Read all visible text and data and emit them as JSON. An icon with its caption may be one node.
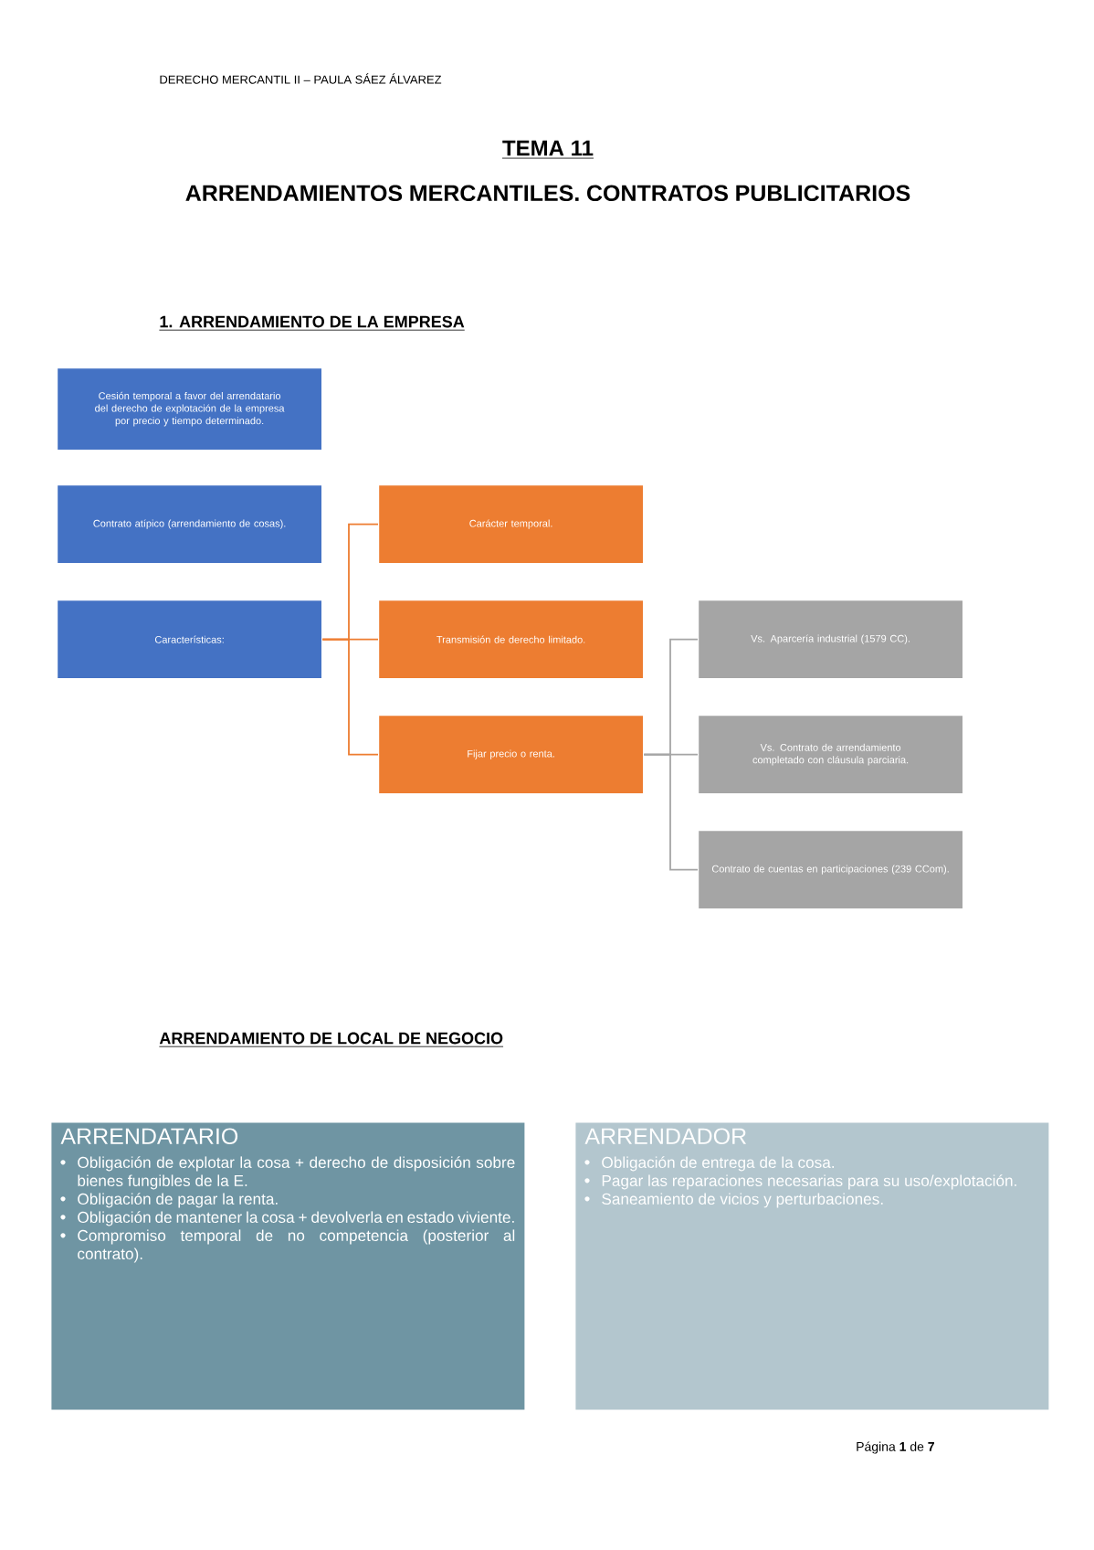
{
  "diagram": {
    "title": "ARRENDAMIENTOS MERCANTILES. CONTRATOS PUBLICITARIOS",
    "nodes": [
      {
        "text": [
          "Cesión temporal a favor del arrendatario del derecho de explotación de la empresa por precio y tiempo determinado."
        ]
      },
      {
        "text": [
          "Contrato atípico (arrendamiento de cosas)."
        ]
      },
      {
        "text": [
          "Características:"
        ]
      },
      {
        "text": [
          "Carácter temporal."
        ]
      },
      {
        "text": [
          "Transmisión de derecho limitado."
        ]
      },
      {
        "text": [
          "Fijar precio o renta."
        ]
      },
      {
        "text": [
          "Vs. Aparcería industrial (1579 CC)."
        ]
      },
      {
        "text": [
          "Vs. Contrato de arrendamiento completado con cláusula parciaria."
        ]
      },
      {
        "text": [
          "Contrato de cuentas en participaciones (239 CCom)."
        ]
      },
      {
        "text": [
          "ARRENDATARIO",
          "Obligación de explotar la cosa + derecho de disposición sobre bienes fungibles de la E.",
          "Obligación de pagar la renta.",
          "Obligación de mantener la cosa + devolverla en estado viviente.",
          "Compromiso temporal de no competencia (posterior al contrato)."
        ]
      },
      {
        "text": [
          "ARRENDADOR",
          "Obligación de entrega de la cosa.",
          "Pagar las reparaciones necesarias para su uso/explotación.",
          "Saneamiento de vicios y perturbaciones."
        ]
      }
    ],
    "edges": [
      {
        "from": 2,
        "to": 3,
        "arrow": "none",
        "color": "#ed7d31"
      },
      {
        "from": 2,
        "to": 4,
        "arrow": "none",
        "color": "#ed7d31"
      },
      {
        "from": 2,
        "to": 5,
        "arrow": "none",
        "color": "#ed7d31"
      },
      {
        "from": 5,
        "to": 6,
        "arrow": "none",
        "color": "#a5a5a5"
      },
      {
        "from": 5,
        "to": 7,
        "arrow": "none",
        "color": "#a5a5a5"
      },
      {
        "from": 5,
        "to": 8,
        "arrow": "none",
        "color": "#a5a5a5"
      }
    ],
    "labels": [
      "DERECHO MERCANTIL II – PAULA SÁEZ ÁLVAREZ",
      "TEMA 11",
      "1. ARRENDAMIENTO DE LA EMPRESA",
      "ARRENDAMIENTO DE LOCAL DE NEGOCIO",
      "Página **1** de **7**"
    ]
  }
}
